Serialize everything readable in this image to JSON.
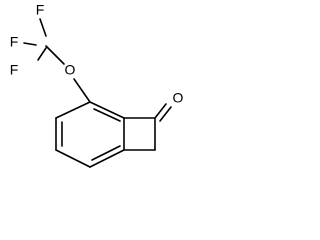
{
  "molecule": {
    "atoms": {
      "f_top": "F",
      "f_left": "F",
      "f_bottom": "F",
      "o_ether": "O",
      "o_carbonyl": "O"
    }
  }
}
